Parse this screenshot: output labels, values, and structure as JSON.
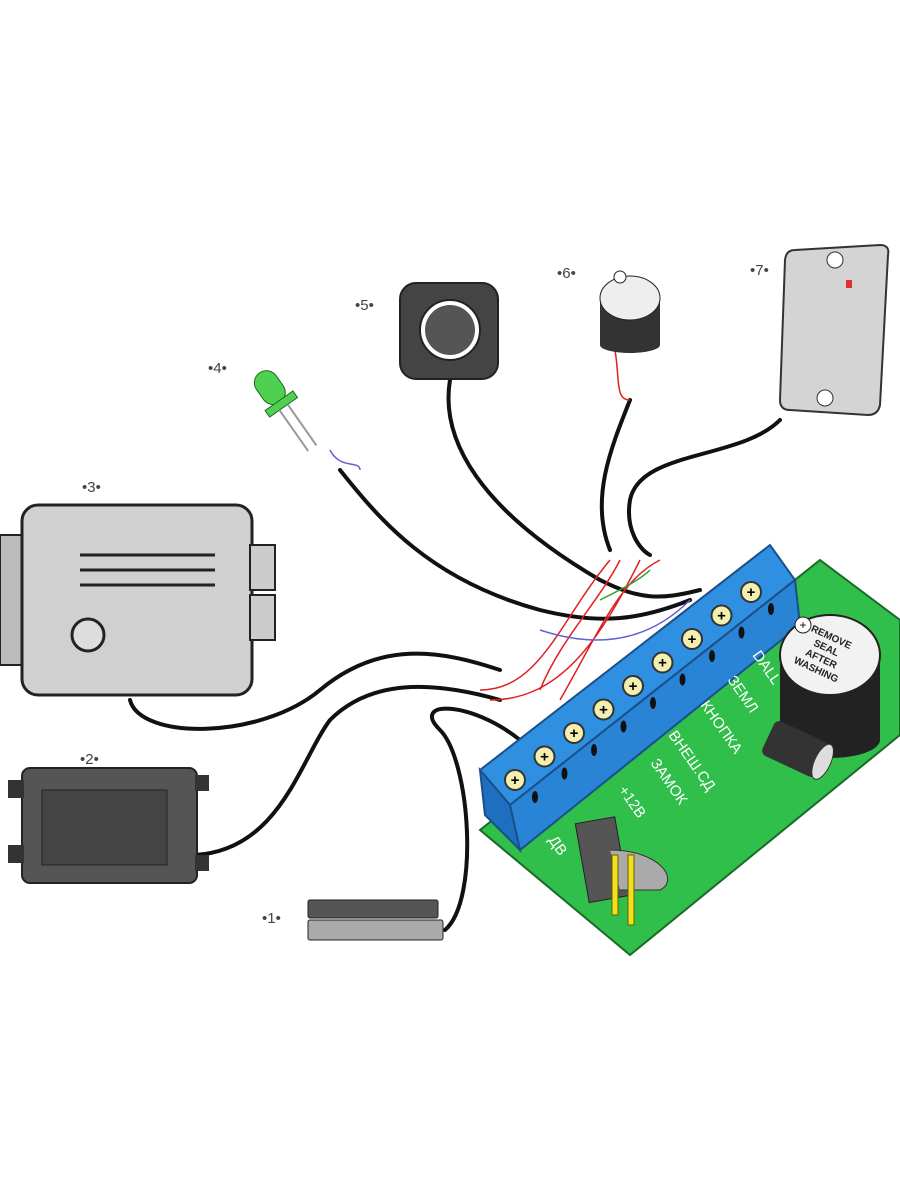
{
  "diagram": {
    "components": [
      {
        "id": "reed-switch",
        "label": "•1•"
      },
      {
        "id": "power-supply",
        "label": "•2•"
      },
      {
        "id": "electric-lock",
        "label": "•3•"
      },
      {
        "id": "led-indicator",
        "label": "•4•"
      },
      {
        "id": "exit-button",
        "label": "•5•"
      },
      {
        "id": "buzzer",
        "label": "•6•"
      },
      {
        "id": "card-reader",
        "label": "•7•"
      }
    ],
    "board": {
      "terminal_labels": [
        "DALL",
        "ЗЕМЛ",
        "КНОПКА",
        "ВНЕШ.СД",
        "ЗАМОК",
        "+12В",
        "ДВ"
      ],
      "buzzer_text": [
        "REMOVE",
        "SEAL",
        "AFTER",
        "WASHING"
      ]
    },
    "colors": {
      "board": "#2fbf4a",
      "terminal_block": "#2f8fe0",
      "screw": "#f3efb0",
      "wire_red": "#e02020"
    }
  }
}
